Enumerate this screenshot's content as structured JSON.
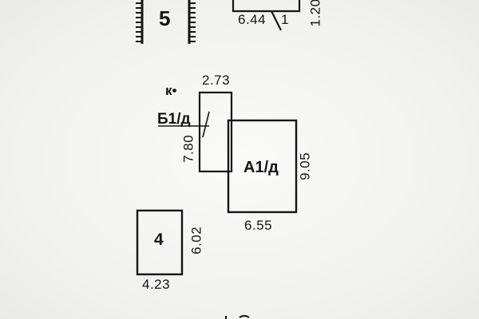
{
  "plan": {
    "top_building": {
      "label": "5"
    },
    "top_right": {
      "width": "6.44",
      "height": "1.20",
      "mark": "1"
    },
    "porch_mark": "к•",
    "annex_b": {
      "label": "Б1/д",
      "width": "2.73",
      "height": "7.80"
    },
    "house_a": {
      "label": "А1/д",
      "width": "6.55",
      "height": "9.05"
    },
    "shed_4": {
      "label": "4",
      "width": "4.23",
      "height": "6.02"
    }
  },
  "colors": {
    "ink": "#151515",
    "paper": "#f3f3f1"
  }
}
